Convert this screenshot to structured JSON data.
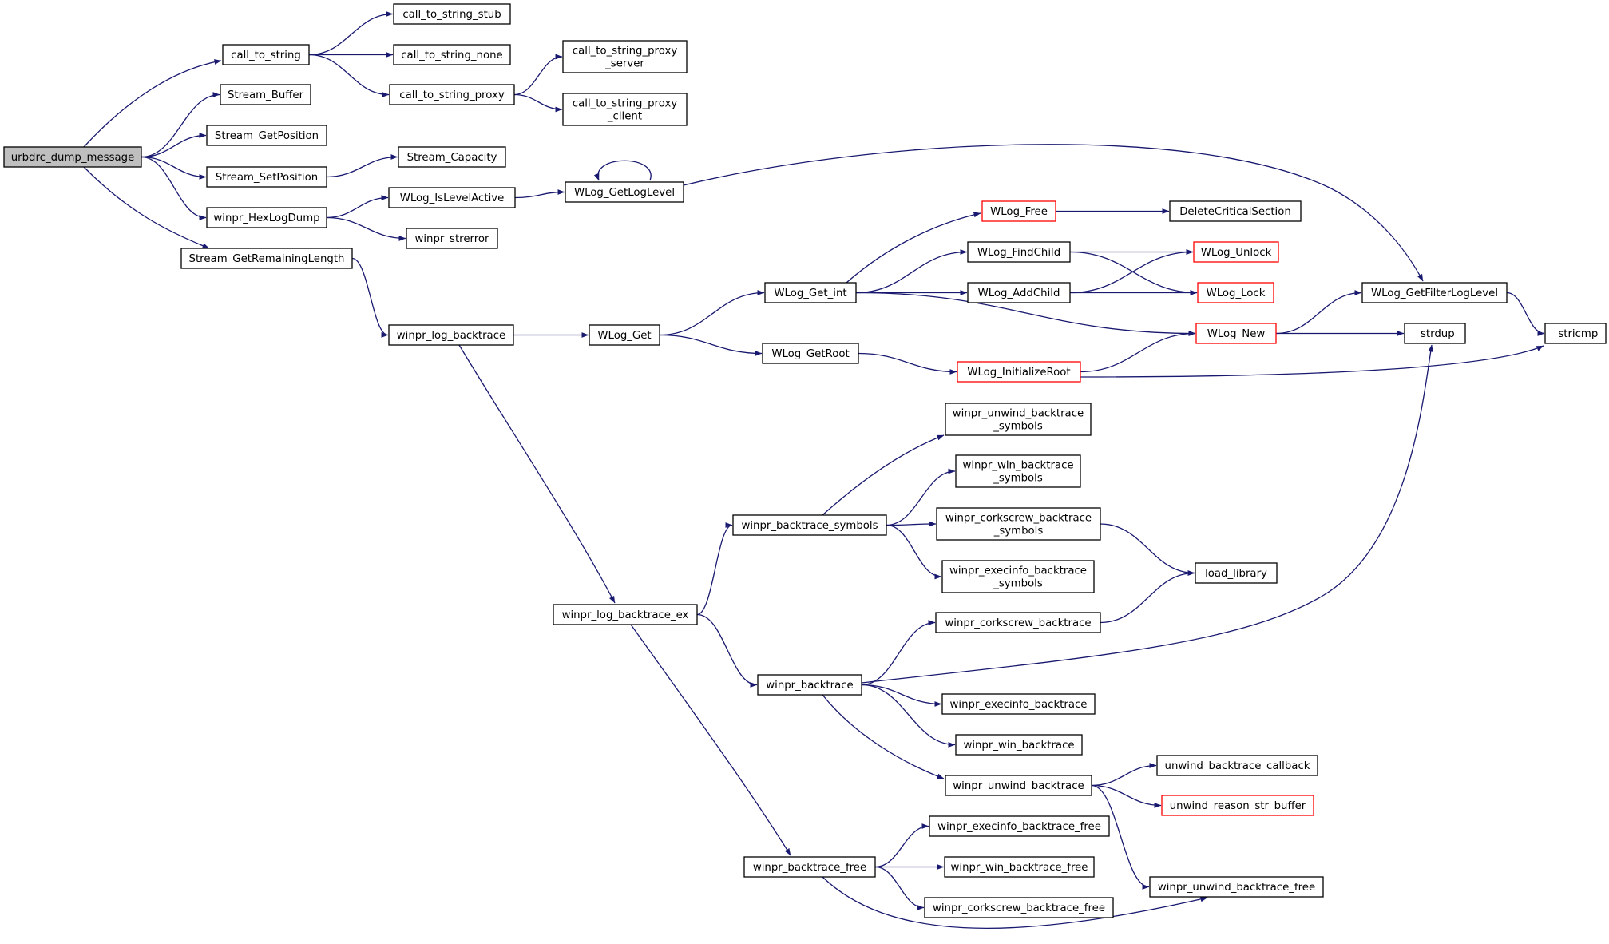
{
  "graph": {
    "edge_color": "#191970",
    "root_fill": "#bfbfbf",
    "truncated_border": "#ff0000",
    "nodes": [
      {
        "id": "urbdrc_dump_message",
        "lines": [
          "urbdrc_dump_message"
        ],
        "root": true
      },
      {
        "id": "call_to_string",
        "lines": [
          "call_to_string"
        ]
      },
      {
        "id": "call_to_string_stub",
        "lines": [
          "call_to_string_stub"
        ]
      },
      {
        "id": "call_to_string_none",
        "lines": [
          "call_to_string_none"
        ]
      },
      {
        "id": "call_to_string_proxy",
        "lines": [
          "call_to_string_proxy"
        ]
      },
      {
        "id": "call_to_string_proxy_server",
        "lines": [
          "call_to_string_proxy",
          "_server"
        ]
      },
      {
        "id": "call_to_string_proxy_client",
        "lines": [
          "call_to_string_proxy",
          "_client"
        ]
      },
      {
        "id": "Stream_Buffer",
        "lines": [
          "Stream_Buffer"
        ]
      },
      {
        "id": "Stream_GetPosition",
        "lines": [
          "Stream_GetPosition"
        ]
      },
      {
        "id": "Stream_SetPosition",
        "lines": [
          "Stream_SetPosition"
        ]
      },
      {
        "id": "Stream_Capacity",
        "lines": [
          "Stream_Capacity"
        ]
      },
      {
        "id": "winpr_HexLogDump",
        "lines": [
          "winpr_HexLogDump"
        ]
      },
      {
        "id": "WLog_IsLevelActive",
        "lines": [
          "WLog_IsLevelActive"
        ]
      },
      {
        "id": "WLog_GetLogLevel",
        "lines": [
          "WLog_GetLogLevel"
        ]
      },
      {
        "id": "winpr_strerror",
        "lines": [
          "winpr_strerror"
        ]
      },
      {
        "id": "Stream_GetRemainingLength",
        "lines": [
          "Stream_GetRemainingLength"
        ]
      },
      {
        "id": "winpr_log_backtrace",
        "lines": [
          "winpr_log_backtrace"
        ]
      },
      {
        "id": "WLog_Get",
        "lines": [
          "WLog_Get"
        ]
      },
      {
        "id": "WLog_Get_int",
        "lines": [
          "WLog_Get_int"
        ]
      },
      {
        "id": "WLog_GetRoot",
        "lines": [
          "WLog_GetRoot"
        ]
      },
      {
        "id": "WLog_Free",
        "lines": [
          "WLog_Free"
        ],
        "truncated": true
      },
      {
        "id": "DeleteCriticalSection",
        "lines": [
          "DeleteCriticalSection"
        ]
      },
      {
        "id": "WLog_FindChild",
        "lines": [
          "WLog_FindChild"
        ]
      },
      {
        "id": "WLog_AddChild",
        "lines": [
          "WLog_AddChild"
        ]
      },
      {
        "id": "WLog_Unlock",
        "lines": [
          "WLog_Unlock"
        ],
        "truncated": true
      },
      {
        "id": "WLog_Lock",
        "lines": [
          "WLog_Lock"
        ],
        "truncated": true
      },
      {
        "id": "WLog_InitializeRoot",
        "lines": [
          "WLog_InitializeRoot"
        ],
        "truncated": true
      },
      {
        "id": "WLog_New",
        "lines": [
          "WLog_New"
        ],
        "truncated": true
      },
      {
        "id": "WLog_GetFilterLogLevel",
        "lines": [
          "WLog_GetFilterLogLevel"
        ]
      },
      {
        "id": "_strdup",
        "lines": [
          "_strdup"
        ]
      },
      {
        "id": "_stricmp",
        "lines": [
          "_stricmp"
        ]
      },
      {
        "id": "winpr_log_backtrace_ex",
        "lines": [
          "winpr_log_backtrace_ex"
        ]
      },
      {
        "id": "winpr_backtrace_symbols",
        "lines": [
          "winpr_backtrace_symbols"
        ]
      },
      {
        "id": "winpr_unwind_backtrace_symbols",
        "lines": [
          "winpr_unwind_backtrace",
          "_symbols"
        ]
      },
      {
        "id": "winpr_win_backtrace_symbols",
        "lines": [
          "winpr_win_backtrace",
          "_symbols"
        ]
      },
      {
        "id": "winpr_corkscrew_backtrace_symbols",
        "lines": [
          "winpr_corkscrew_backtrace",
          "_symbols"
        ]
      },
      {
        "id": "winpr_execinfo_backtrace_symbols",
        "lines": [
          "winpr_execinfo_backtrace",
          "_symbols"
        ]
      },
      {
        "id": "load_library",
        "lines": [
          "load_library"
        ]
      },
      {
        "id": "winpr_corkscrew_backtrace",
        "lines": [
          "winpr_corkscrew_backtrace"
        ]
      },
      {
        "id": "winpr_backtrace",
        "lines": [
          "winpr_backtrace"
        ]
      },
      {
        "id": "winpr_execinfo_backtrace",
        "lines": [
          "winpr_execinfo_backtrace"
        ]
      },
      {
        "id": "winpr_win_backtrace",
        "lines": [
          "winpr_win_backtrace"
        ]
      },
      {
        "id": "winpr_unwind_backtrace",
        "lines": [
          "winpr_unwind_backtrace"
        ]
      },
      {
        "id": "unwind_backtrace_callback",
        "lines": [
          "unwind_backtrace_callback"
        ]
      },
      {
        "id": "unwind_reason_str_buffer",
        "lines": [
          "unwind_reason_str_buffer"
        ],
        "truncated": true
      },
      {
        "id": "winpr_backtrace_free",
        "lines": [
          "winpr_backtrace_free"
        ]
      },
      {
        "id": "winpr_execinfo_backtrace_free",
        "lines": [
          "winpr_execinfo_backtrace_free"
        ]
      },
      {
        "id": "winpr_win_backtrace_free",
        "lines": [
          "winpr_win_backtrace_free"
        ]
      },
      {
        "id": "winpr_corkscrew_backtrace_free",
        "lines": [
          "winpr_corkscrew_backtrace_free"
        ]
      },
      {
        "id": "winpr_unwind_backtrace_free",
        "lines": [
          "winpr_unwind_backtrace_free"
        ]
      }
    ],
    "edges": [
      [
        "urbdrc_dump_message",
        "call_to_string"
      ],
      [
        "urbdrc_dump_message",
        "Stream_Buffer"
      ],
      [
        "urbdrc_dump_message",
        "Stream_GetPosition"
      ],
      [
        "urbdrc_dump_message",
        "Stream_SetPosition"
      ],
      [
        "urbdrc_dump_message",
        "winpr_HexLogDump"
      ],
      [
        "urbdrc_dump_message",
        "Stream_GetRemainingLength"
      ],
      [
        "call_to_string",
        "call_to_string_stub"
      ],
      [
        "call_to_string",
        "call_to_string_none"
      ],
      [
        "call_to_string",
        "call_to_string_proxy"
      ],
      [
        "call_to_string_proxy",
        "call_to_string_proxy_server"
      ],
      [
        "call_to_string_proxy",
        "call_to_string_proxy_client"
      ],
      [
        "Stream_SetPosition",
        "Stream_Capacity"
      ],
      [
        "winpr_HexLogDump",
        "WLog_IsLevelActive"
      ],
      [
        "winpr_HexLogDump",
        "winpr_strerror"
      ],
      [
        "WLog_IsLevelActive",
        "WLog_GetLogLevel"
      ],
      [
        "WLog_GetLogLevel",
        "WLog_GetLogLevel"
      ],
      [
        "WLog_GetLogLevel",
        "WLog_GetFilterLogLevel"
      ],
      [
        "Stream_GetRemainingLength",
        "winpr_log_backtrace"
      ],
      [
        "winpr_log_backtrace",
        "WLog_Get"
      ],
      [
        "winpr_log_backtrace",
        "winpr_log_backtrace_ex"
      ],
      [
        "WLog_Get",
        "WLog_Get_int"
      ],
      [
        "WLog_Get",
        "WLog_GetRoot"
      ],
      [
        "WLog_Get_int",
        "WLog_Free"
      ],
      [
        "WLog_Get_int",
        "WLog_FindChild"
      ],
      [
        "WLog_Get_int",
        "WLog_AddChild"
      ],
      [
        "WLog_Get_int",
        "WLog_New"
      ],
      [
        "WLog_Free",
        "DeleteCriticalSection"
      ],
      [
        "WLog_FindChild",
        "WLog_Unlock"
      ],
      [
        "WLog_FindChild",
        "WLog_Lock"
      ],
      [
        "WLog_AddChild",
        "WLog_Unlock"
      ],
      [
        "WLog_AddChild",
        "WLog_Lock"
      ],
      [
        "WLog_GetRoot",
        "WLog_InitializeRoot"
      ],
      [
        "WLog_InitializeRoot",
        "WLog_New"
      ],
      [
        "WLog_InitializeRoot",
        "_stricmp"
      ],
      [
        "WLog_New",
        "WLog_GetFilterLogLevel"
      ],
      [
        "WLog_New",
        "_strdup"
      ],
      [
        "WLog_GetFilterLogLevel",
        "_stricmp"
      ],
      [
        "winpr_log_backtrace_ex",
        "winpr_backtrace_symbols"
      ],
      [
        "winpr_log_backtrace_ex",
        "winpr_backtrace"
      ],
      [
        "winpr_log_backtrace_ex",
        "winpr_backtrace_free"
      ],
      [
        "winpr_backtrace_symbols",
        "winpr_unwind_backtrace_symbols"
      ],
      [
        "winpr_backtrace_symbols",
        "winpr_win_backtrace_symbols"
      ],
      [
        "winpr_backtrace_symbols",
        "winpr_corkscrew_backtrace_symbols"
      ],
      [
        "winpr_backtrace_symbols",
        "winpr_execinfo_backtrace_symbols"
      ],
      [
        "winpr_corkscrew_backtrace_symbols",
        "load_library"
      ],
      [
        "winpr_corkscrew_backtrace",
        "load_library"
      ],
      [
        "winpr_backtrace",
        "winpr_corkscrew_backtrace"
      ],
      [
        "winpr_backtrace",
        "_strdup"
      ],
      [
        "winpr_backtrace",
        "winpr_execinfo_backtrace"
      ],
      [
        "winpr_backtrace",
        "winpr_win_backtrace"
      ],
      [
        "winpr_backtrace",
        "winpr_unwind_backtrace"
      ],
      [
        "winpr_unwind_backtrace",
        "unwind_backtrace_callback"
      ],
      [
        "winpr_unwind_backtrace",
        "unwind_reason_str_buffer"
      ],
      [
        "winpr_unwind_backtrace",
        "winpr_unwind_backtrace_free"
      ],
      [
        "winpr_backtrace_free",
        "winpr_execinfo_backtrace_free"
      ],
      [
        "winpr_backtrace_free",
        "winpr_win_backtrace_free"
      ],
      [
        "winpr_backtrace_free",
        "winpr_corkscrew_backtrace_free"
      ],
      [
        "winpr_backtrace_free",
        "winpr_unwind_backtrace_free"
      ]
    ]
  }
}
